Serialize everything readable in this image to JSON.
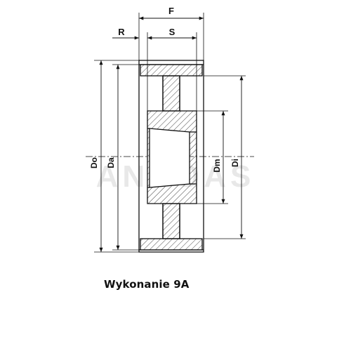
{
  "dimension_labels": {
    "F": "F",
    "R": "R",
    "S": "S",
    "Do": "Do",
    "Da": "Da",
    "Dm": "Dm",
    "Di": "Di"
  },
  "watermark": "ANDOAS",
  "caption": "Wykonanie 9A",
  "colors": {
    "line": "#111111",
    "watermark": "#d9d9d9"
  }
}
